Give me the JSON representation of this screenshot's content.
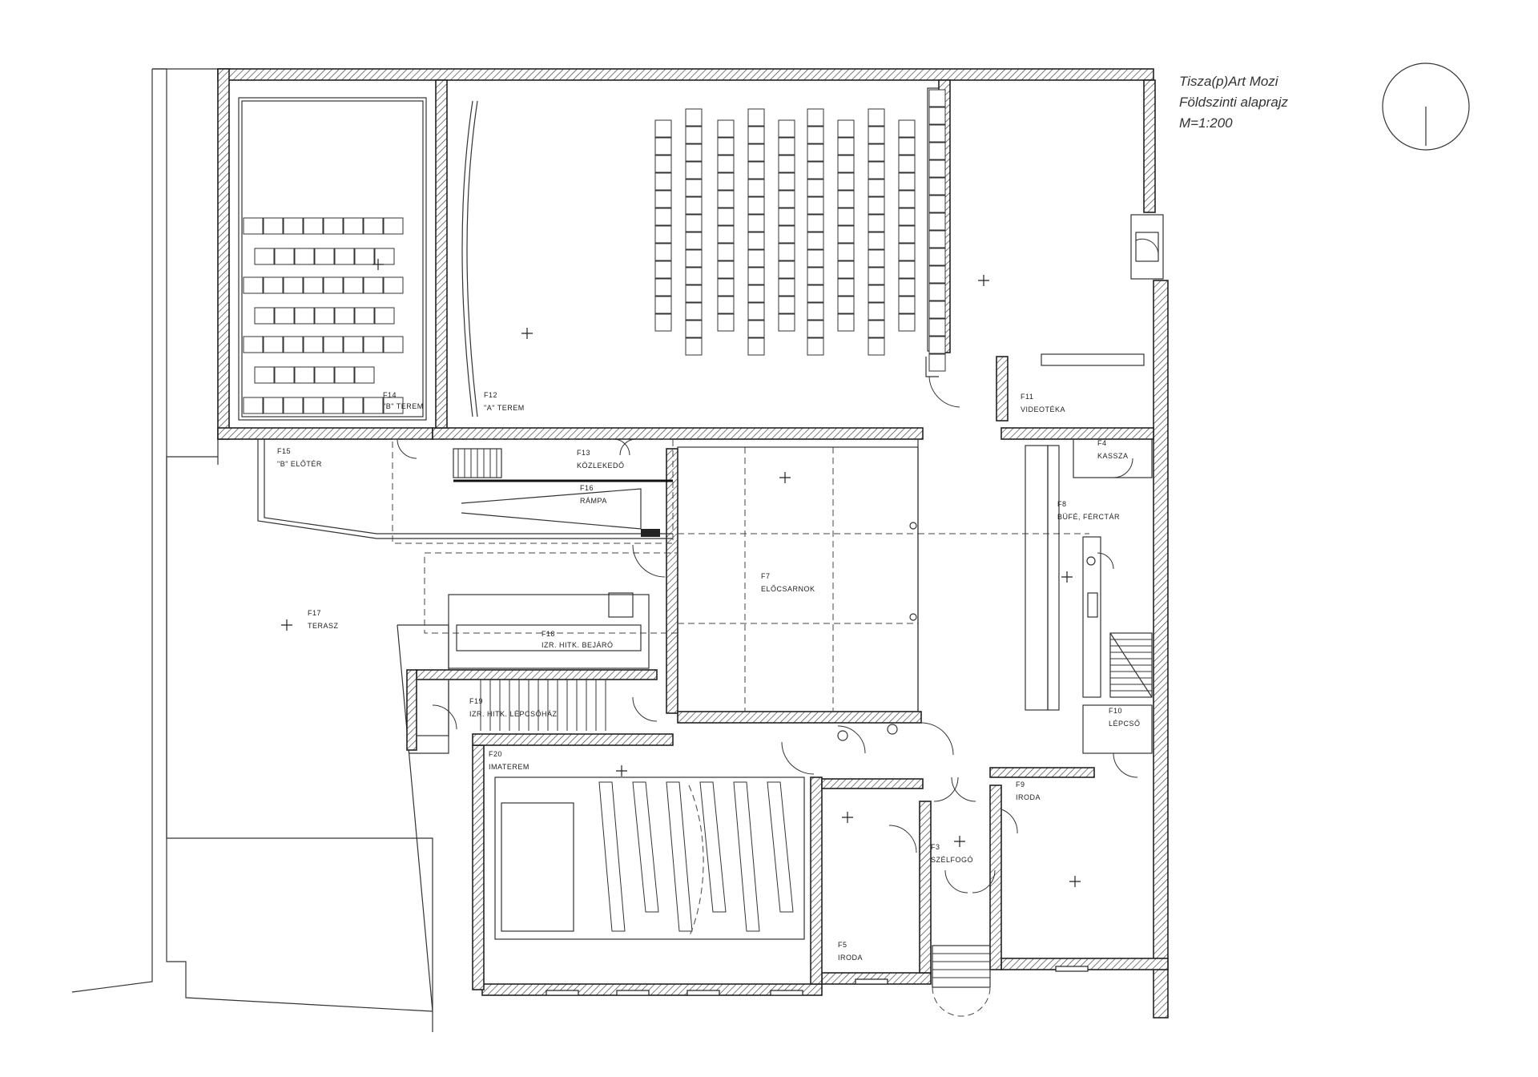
{
  "title": {
    "line1": "Tisza(p)Art Mozi",
    "line2": "Földszinti alaprajz",
    "line3": "M=1:200"
  },
  "rooms": {
    "f14": {
      "num": "F14",
      "name": "\"B\" TEREM"
    },
    "f12": {
      "num": "F12",
      "name": "\"A\" TEREM"
    },
    "f11": {
      "num": "F11",
      "name": "VIDEOTÉKA"
    },
    "f15": {
      "num": "F15",
      "name": "\"B\" ELŐTÉR"
    },
    "f13": {
      "num": "F13",
      "name": "KÖZLEKEDŐ"
    },
    "f16": {
      "num": "F16",
      "name": "RÁMPA"
    },
    "f4": {
      "num": "F4",
      "name": "KASSZA"
    },
    "f8": {
      "num": "F8",
      "name": "BÜFÉ, FÉRCTÁR"
    },
    "f7": {
      "num": "F7",
      "name": "ELŐCSARNOK"
    },
    "f17": {
      "num": "F17",
      "name": "TERASZ"
    },
    "f18": {
      "num": "F18",
      "name": "IZR. HITK. BEJÁRÓ"
    },
    "f19": {
      "num": "F19",
      "name": "IZR. HITK. LÉPCSŐHÁZ"
    },
    "f10": {
      "num": "F10",
      "name": "LÉPCSŐ"
    },
    "f20": {
      "num": "F20",
      "name": "IMATEREM"
    },
    "f9": {
      "num": "F9",
      "name": "IRODA"
    },
    "f3": {
      "num": "F3",
      "name": "SZÉLFOGÓ"
    },
    "f5": {
      "num": "F5",
      "name": "IRODA"
    }
  }
}
